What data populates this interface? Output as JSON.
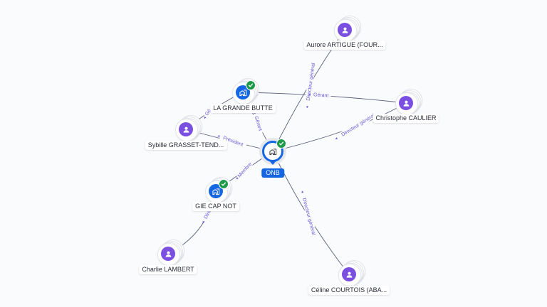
{
  "colors": {
    "background": "#fafbfd",
    "person": "#7b4fe0",
    "company": "#1566e3",
    "verified": "#1f9a4a",
    "edge": "#5a5f7a",
    "edge_label": "#6a5ad6"
  },
  "center": {
    "id": "onb",
    "label": "ONB",
    "type": "company",
    "verified": true,
    "icon": "company-building-icon"
  },
  "nodes": [
    {
      "id": "aurore",
      "label": "Aurore ARTIGUE (FOUR...",
      "type": "person",
      "icon": "person-icon"
    },
    {
      "id": "grande_butte",
      "label": "LA GRANDE BUTTE",
      "type": "company",
      "verified": true,
      "icon": "company-building-icon"
    },
    {
      "id": "christophe",
      "label": "Christophe CAULIER",
      "type": "person",
      "icon": "person-icon"
    },
    {
      "id": "sybille",
      "label": "Sybille GRASSET-TEND...",
      "type": "person",
      "icon": "person-icon"
    },
    {
      "id": "gie_cap_not",
      "label": "GIE CAP NOT",
      "type": "company",
      "verified": true,
      "icon": "company-building-icon"
    },
    {
      "id": "charlie",
      "label": "Charlie LAMBERT",
      "type": "person",
      "icon": "person-icon"
    },
    {
      "id": "celine",
      "label": "Céline COURTOIS (ABA...",
      "type": "person",
      "icon": "person-icon"
    }
  ],
  "edges": [
    {
      "from": "aurore",
      "to": "onb",
      "label": "Directeur général"
    },
    {
      "from": "christophe",
      "to": "grande_butte",
      "label": "Gérant"
    },
    {
      "from": "christophe",
      "to": "onb",
      "label": "Directeur général"
    },
    {
      "from": "grande_butte",
      "to": "onb",
      "label": "Gérant"
    },
    {
      "from": "sybille",
      "to": "grande_butte",
      "label": "Gé"
    },
    {
      "from": "sybille",
      "to": "onb",
      "label": "Président"
    },
    {
      "from": "gie_cap_not",
      "to": "onb",
      "label": "Membre"
    },
    {
      "from": "charlie",
      "to": "gie_cap_not",
      "label": "Direc"
    },
    {
      "from": "celine",
      "to": "onb",
      "label": "Directeur général"
    }
  ]
}
